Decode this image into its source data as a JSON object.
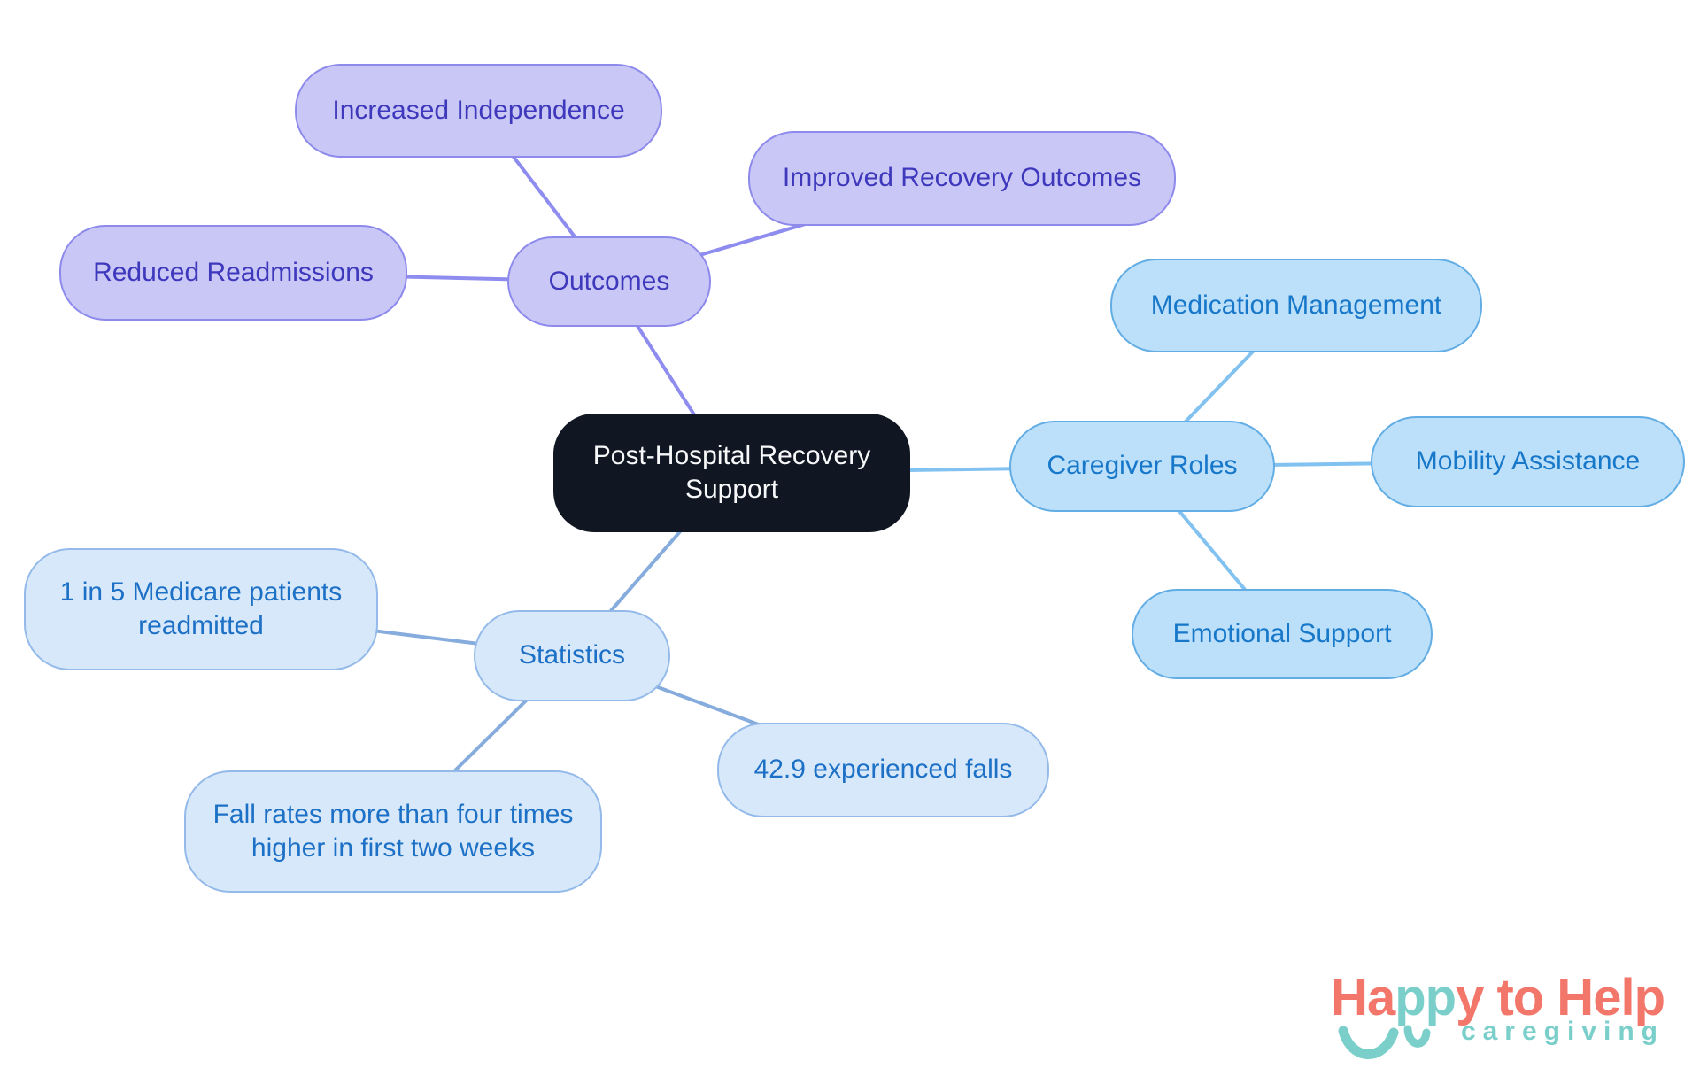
{
  "palette": {
    "central_bg": "#111722",
    "central_text": "#F7F8F9",
    "purple_fill": "#C9C7F6",
    "purple_border": "#8D8AEC",
    "purple_text": "#3E38BC",
    "purple_line": "#8E8CEF",
    "blue_fill": "#BCDFFA",
    "blue_border": "#62ADE4",
    "blue_text": "#1778C9",
    "blue_line": "#82C2F0",
    "lightblue_fill": "#D7E8FA",
    "lightblue_border": "#94BAE9",
    "lightblue_text": "#1C70C5",
    "lightblue_line": "#85ACDD",
    "logo_coral": "#F3766B",
    "logo_teal": "#7ACFCA"
  },
  "mindmap": {
    "root": {
      "label": "Post-Hospital Recovery Support"
    },
    "branches": [
      {
        "label": "Outcomes",
        "color_theme": "purple",
        "children": [
          {
            "label": "Increased Independence"
          },
          {
            "label": "Improved Recovery Outcomes"
          },
          {
            "label": "Reduced Readmissions"
          }
        ]
      },
      {
        "label": "Caregiver Roles",
        "color_theme": "blue",
        "children": [
          {
            "label": "Medication Management"
          },
          {
            "label": "Mobility Assistance"
          },
          {
            "label": "Emotional Support"
          }
        ]
      },
      {
        "label": "Statistics",
        "color_theme": "light-blue",
        "children": [
          {
            "label": "1 in 5 Medicare patients readmitted"
          },
          {
            "label": "42.9 experienced falls"
          },
          {
            "label": "Fall rates more than four times higher in first two weeks"
          }
        ]
      }
    ]
  },
  "logo": {
    "word_ha": "Ha",
    "word_pp": "pp",
    "word_rest": "y to Help",
    "subtitle": "caregiving"
  }
}
